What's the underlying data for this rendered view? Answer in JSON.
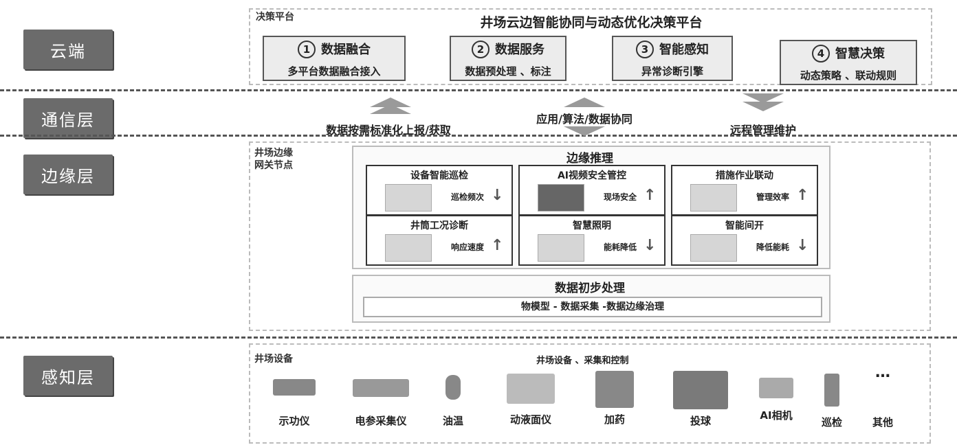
{
  "layers": {
    "cloud": "云端",
    "comm": "通信层",
    "edge": "边缘层",
    "sense": "感知层"
  },
  "cloud": {
    "corner": "决策平台",
    "title": "井场云边智能协同与动态优化决策平台",
    "modules": [
      {
        "num": "1",
        "title": "数据融合",
        "sub": "多平台数据融合接入"
      },
      {
        "num": "2",
        "title": "数据服务",
        "sub": "数据预处理 、标注"
      },
      {
        "num": "3",
        "title": "智能感知",
        "sub": "异常诊断引擎"
      },
      {
        "num": "4",
        "title": "智慧决策",
        "sub": "动态策略 、联动规则"
      }
    ]
  },
  "comm": {
    "left": "数据按需标准化上报/获取",
    "mid": "应用/算法/数据协同",
    "right": "远程管理维护"
  },
  "edge": {
    "corner": "井场边缘\n网关节点",
    "inference_title": "边缘推理",
    "cards": [
      {
        "title": "设备智能巡检",
        "metric": "巡检频次",
        "trend": "↓"
      },
      {
        "title": "AI视频安全管控",
        "metric": "现场安全",
        "trend": "↑"
      },
      {
        "title": "措施作业联动",
        "metric": "管理效率",
        "trend": "↑"
      },
      {
        "title": "井筒工况诊断",
        "metric": "响应速度",
        "trend": "↑"
      },
      {
        "title": "智慧照明",
        "metric": "能耗降低",
        "trend": "↓"
      },
      {
        "title": "智能间开",
        "metric": "降低能耗",
        "trend": "↓"
      }
    ],
    "prep_title": "数据初步处理",
    "prep_sub": "物模型 - 数据采集 -数据边缘治理"
  },
  "sense": {
    "corner": "井场设备",
    "subtitle": "井场设备 、采集和控制",
    "devices": [
      "示功仪",
      "电参采集仪",
      "油温",
      "动液面仪",
      "加药",
      "投球",
      "AI相机",
      "巡检",
      "其他"
    ],
    "more": "…"
  },
  "colors": {
    "tab": "#6b6b6b",
    "module_bg": "#ececec",
    "arrow": "#9a9a9a"
  }
}
